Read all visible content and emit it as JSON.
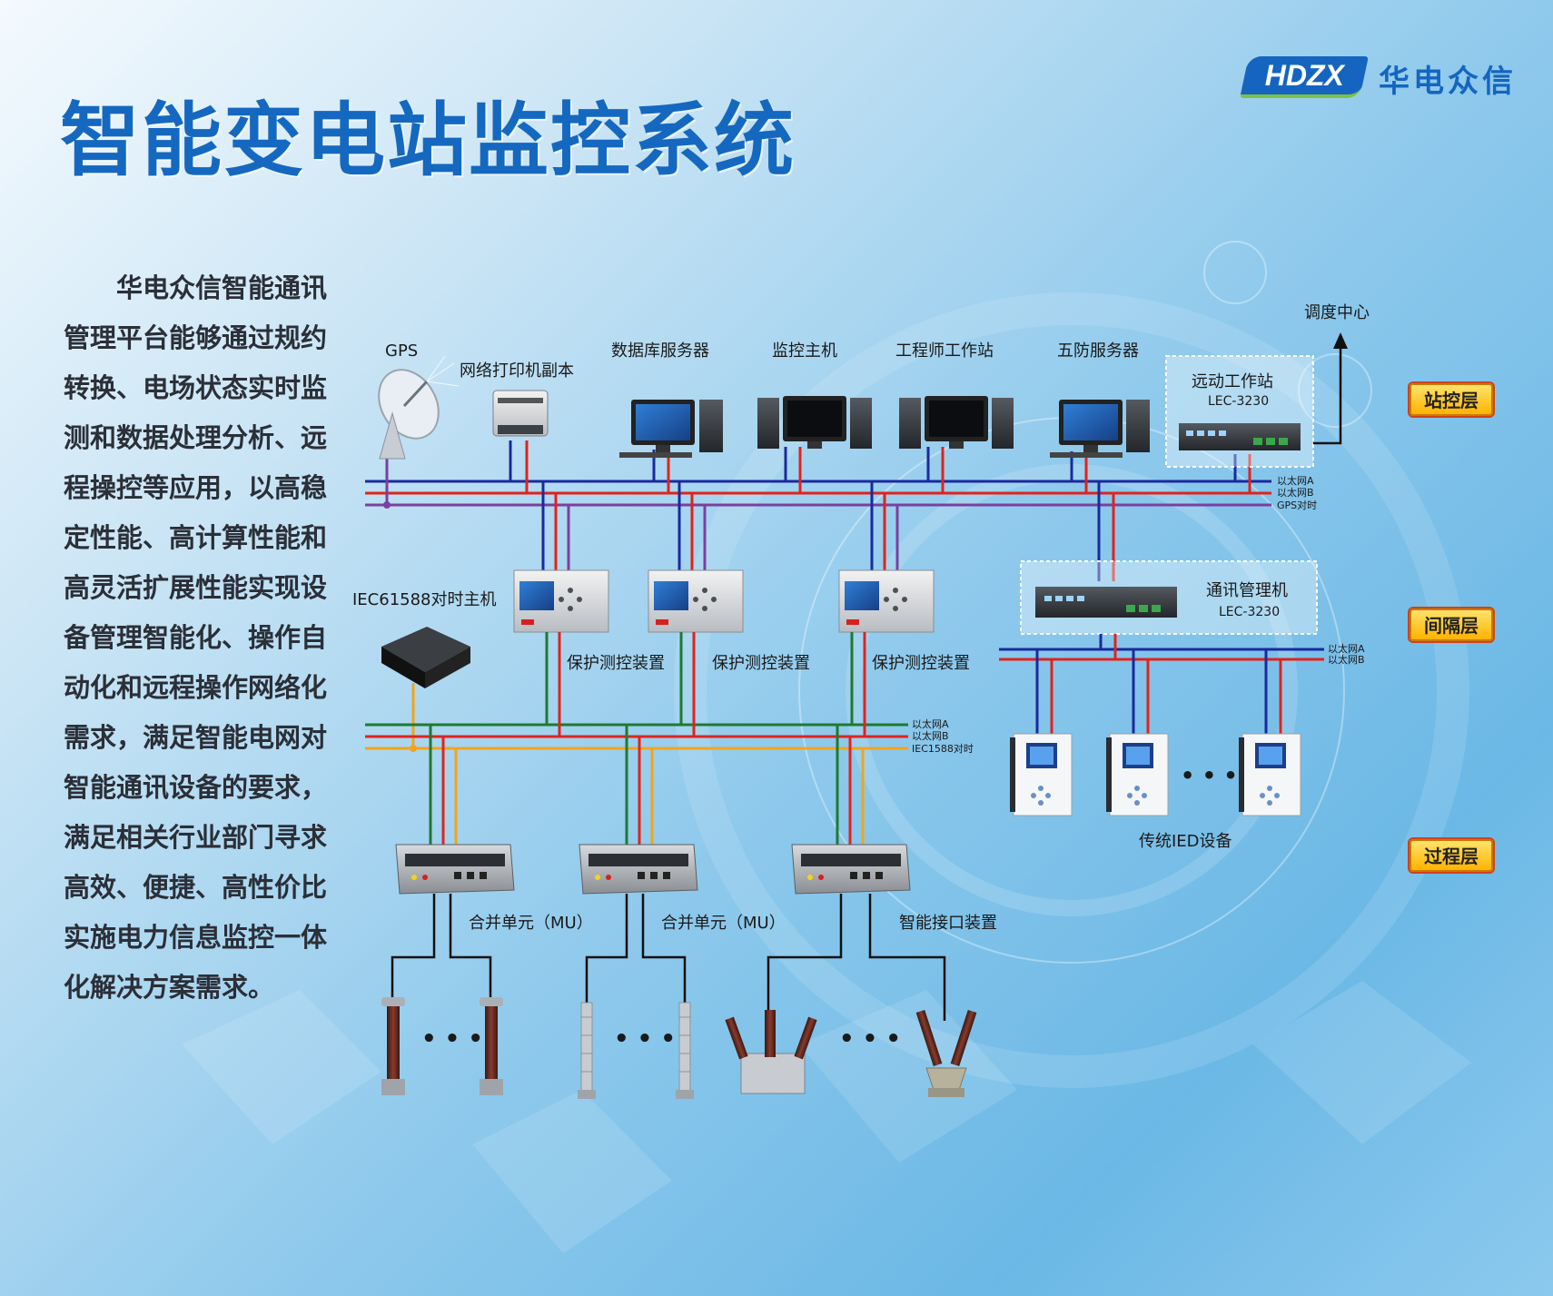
{
  "title": "智能变电站监控系统",
  "logo": {
    "mark": "HDZX",
    "name": "华电众信"
  },
  "intro": "华电众信智能通讯管理平台能够通过规约转换、电场状态实时监测和数据处理分析、远程操控等应用，以高稳定性能、高计算性能和高灵活扩展性能实现设备管理智能化、操作自动化和远程操作网络化需求，满足智能电网对智能通讯设备的要求，满足相关行业部门寻求高效、便捷、高性价比实施电力信息监控一体化解决方案需求。",
  "layers": {
    "station": "站控层",
    "bay": "间隔层",
    "process": "过程层"
  },
  "colors": {
    "net_a": "#1a2a9e",
    "net_b": "#e0231c",
    "gps": "#7b3fa0",
    "lower_a": "#1f7a2e",
    "iec1588": "#f2a41c",
    "title": "#1568c0"
  },
  "station": {
    "gps": "GPS",
    "printer": "网络打印机副本",
    "db_server": "数据库服务器",
    "monitor_host": "监控主机",
    "engineer_ws": "工程师工作站",
    "wufang_server": "五防服务器",
    "remote_ws": {
      "name": "远动工作站",
      "model": "LEC-3230"
    },
    "dispatch": "调度中心",
    "bus_labels": {
      "a": "以太网A",
      "b": "以太网B",
      "gps": "GPS对时"
    }
  },
  "bay": {
    "iec_master": "IEC61588对时主机",
    "protection": "保护测控装置",
    "comm_manager": {
      "name": "通讯管理机",
      "model": "LEC-3230"
    },
    "right_bus": {
      "a": "以太网A",
      "b": "以太网B"
    },
    "lower_bus": {
      "a": "以太网A",
      "b": "以太网B",
      "iec": "IEC1588对时"
    },
    "ied": "传统IED设备",
    "ellipsis": "• • •"
  },
  "process": {
    "mu": "合并单元（MU）",
    "smart_if": "智能接口装置",
    "ellipsis": "• • •"
  }
}
